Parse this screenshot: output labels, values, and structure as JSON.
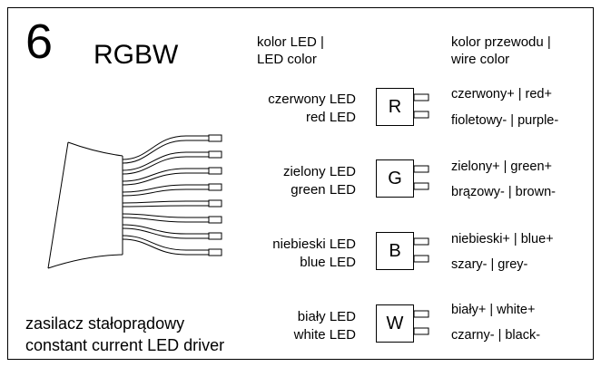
{
  "number": "6",
  "model": "RGBW",
  "header_led": {
    "line1": "kolor LED  |",
    "line2": "LED color"
  },
  "header_wire": {
    "line1": "kolor przewodu  |",
    "line2": "wire color"
  },
  "channels": [
    {
      "letter": "R",
      "led_pl": "czerwony LED",
      "led_en": "red LED",
      "plus": "czerwony+  |  red+",
      "minus": "fioletowy-  |  purple-"
    },
    {
      "letter": "G",
      "led_pl": "zielony LED",
      "led_en": "green LED",
      "plus": "zielony+  |  green+",
      "minus": "brązowy-  |  brown-"
    },
    {
      "letter": "B",
      "led_pl": "niebieski LED",
      "led_en": "blue LED",
      "plus": "niebieski+  |  blue+",
      "minus": "szary-  |  grey-"
    },
    {
      "letter": "W",
      "led_pl": "biały LED",
      "led_en": "white LED",
      "plus": "biały+  |  white+",
      "minus": "czarny-  |  black-"
    }
  ],
  "footer": {
    "line1": "zasilacz stałoprądowy",
    "line2": "constant current LED driver"
  }
}
